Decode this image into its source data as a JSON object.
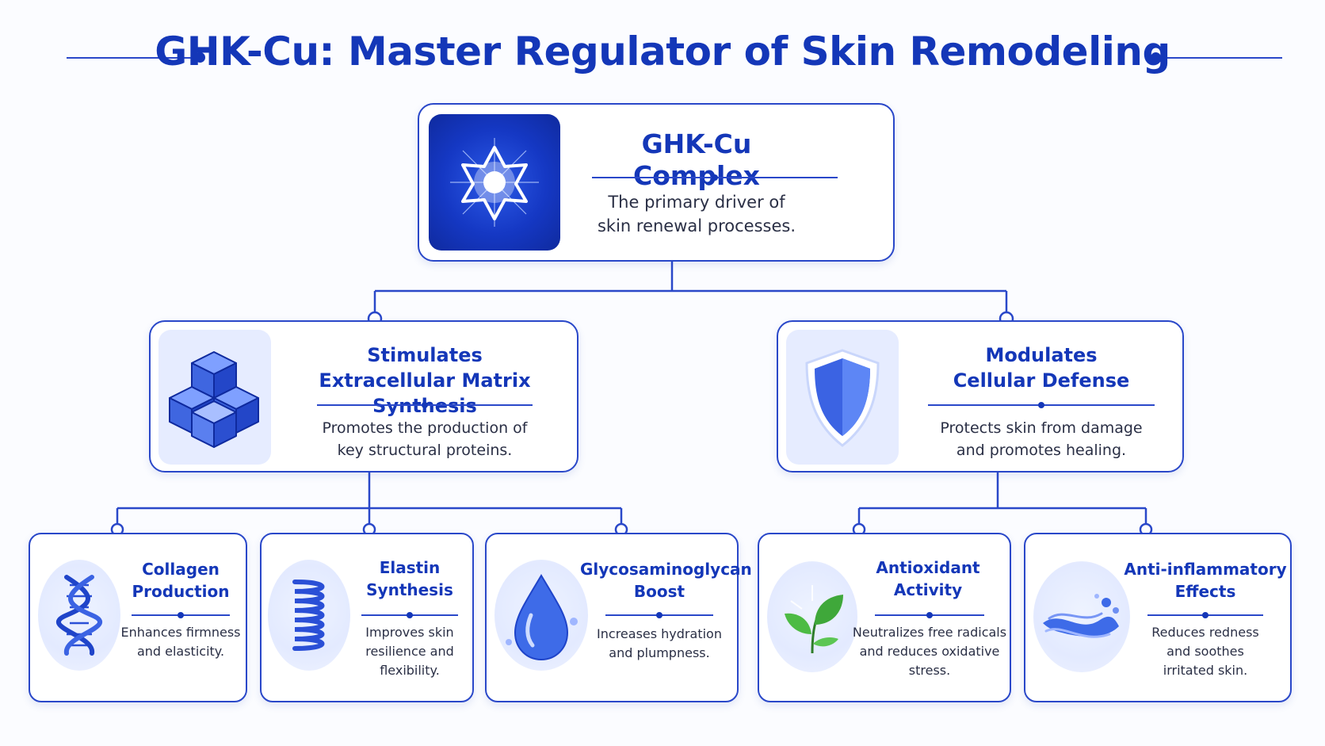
{
  "title": "GHK-Cu: Master Regulator of Skin Remodeling",
  "root": {
    "title": "GHK-Cu Complex",
    "desc_line1": "The primary driver of",
    "desc_line2": "skin renewal processes.",
    "icon": "copper-star-icon"
  },
  "branches": [
    {
      "title_line1": "Stimulates",
      "title_line2": "Extracellular Matrix Synthesis",
      "desc_line1": "Promotes the production of",
      "desc_line2": "key structural proteins.",
      "icon": "cubes-icon"
    },
    {
      "title_line1": "Modulates",
      "title_line2": "Cellular Defense",
      "desc_line1": "Protects skin from damage",
      "desc_line2": "and promotes healing.",
      "icon": "shield-icon"
    }
  ],
  "leaves": [
    {
      "title_line1": "Collagen",
      "title_line2": "Production",
      "desc_line1": "Enhances firmness",
      "desc_line2": "and elasticity.",
      "desc_line3": "",
      "icon": "dna-icon"
    },
    {
      "title_line1": "Elastin",
      "title_line2": "Synthesis",
      "desc_line1": "Improves skin",
      "desc_line2": "resilience and",
      "desc_line3": "flexibility.",
      "icon": "spring-icon"
    },
    {
      "title_line1": "Glycosaminoglycan",
      "title_line2": "Boost",
      "desc_line1": "Increases hydration",
      "desc_line2": "and plumpness.",
      "desc_line3": "",
      "icon": "water-drop-icon"
    },
    {
      "title_line1": "Antioxidant",
      "title_line2": "Activity",
      "desc_line1": "Neutralizes free radicals",
      "desc_line2": "and reduces oxidative",
      "desc_line3": "stress.",
      "icon": "leaf-icon"
    },
    {
      "title_line1": "Anti-inflammatory",
      "title_line2": "Effects",
      "desc_line1": "Reduces redness",
      "desc_line2": "and soothes",
      "desc_line3": "irritated skin.",
      "icon": "wave-icon"
    }
  ],
  "colors": {
    "accent": "#1437b8",
    "line": "#2a48c9",
    "background": "#fbfcff"
  }
}
